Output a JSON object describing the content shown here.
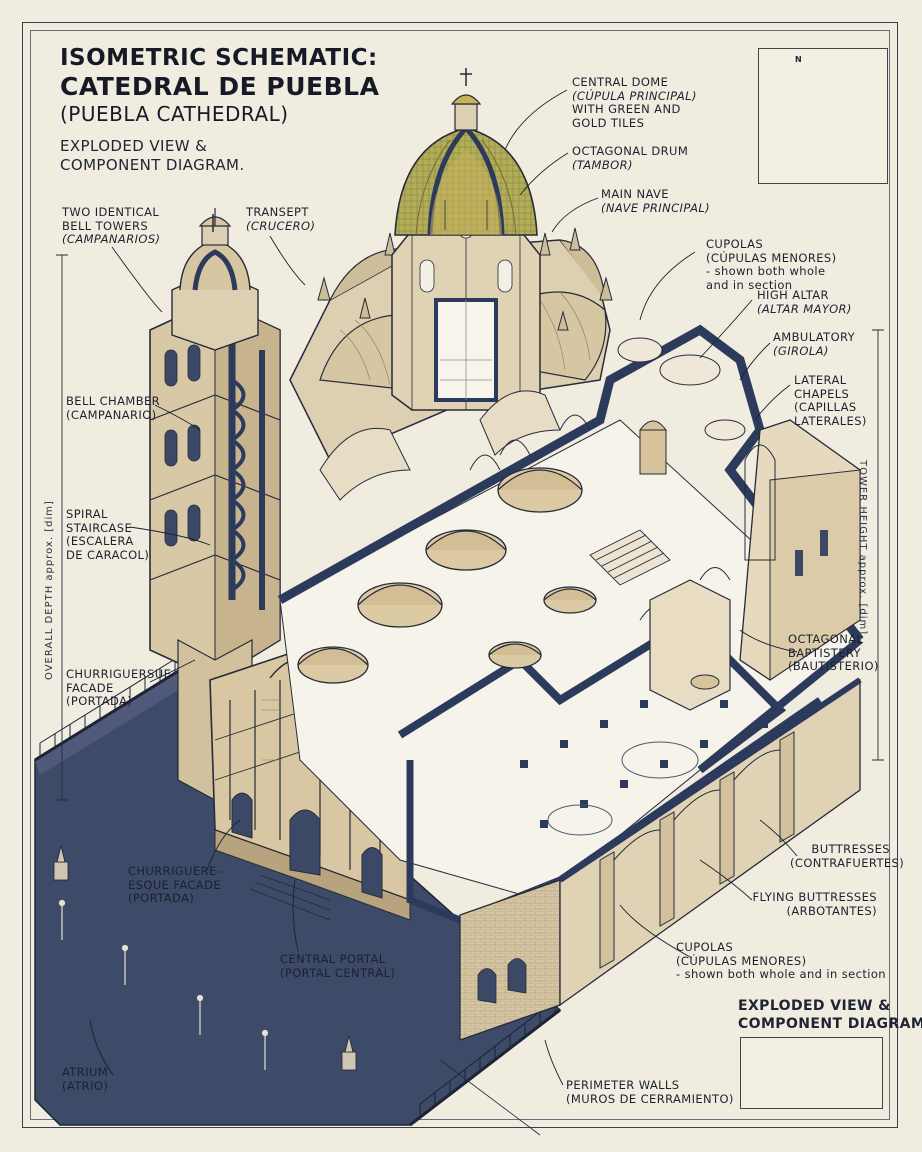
{
  "title": {
    "line1": "ISOMETRIC SCHEMATIC:",
    "line2": "CATEDRAL DE PUEBLA",
    "line3": "(PUEBLA CATHEDRAL)"
  },
  "subtitle": {
    "line1": "EXPLODED VIEW &",
    "line2": "COMPONENT DIAGRAM."
  },
  "labels": {
    "towers": {
      "l1": "TWO IDENTICAL",
      "l2": "BELL TOWERS",
      "l3": "(CAMPANARIOS)"
    },
    "transept": {
      "l1": "TRANSEPT",
      "l2": "(CRUCERO)"
    },
    "central_dome": {
      "l1": "CENTRAL DOME",
      "l2": "(CÚPULA PRINCIPAL)",
      "l3": "WITH GREEN AND",
      "l4": "GOLD TILES"
    },
    "drum": {
      "l1": "OCTAGONAL DRUM",
      "l2": "(TAMBOR)"
    },
    "nave": {
      "l1": "MAIN NAVE",
      "l2": "(NAVE PRINCIPAL)"
    },
    "cupolas_top": {
      "l1": "CUPOLAS",
      "l2": "(CÚPULAS MENORES)",
      "l3": "- shown both whole",
      "l4": "and in section"
    },
    "altar": {
      "l1": "HIGH ALTAR",
      "l2": "(ALTAR MAYOR)"
    },
    "ambulatory": {
      "l1": "AMBULATORY",
      "l2": "(GIROLA)"
    },
    "chapels": {
      "l1": "LATERAL",
      "l2": "CHAPELS",
      "l3": "(CAPILLAS",
      "l4": "LATERALES)"
    },
    "bell_chamber": {
      "l1": "BELL CHAMBER",
      "l2": "(CAMPANARIO)"
    },
    "staircase": {
      "l1": "SPIRAL",
      "l2": "STAIRCASE",
      "l3": "(ESCALERA",
      "l4": "DE CARACOL)"
    },
    "facade_left": {
      "l1": "CHURRIGUERSUE",
      "l2": "FACADE",
      "l3": "(PORTADA)"
    },
    "baptistery": {
      "l1": "OCTAGONAL",
      "l2": "BAPTISTERY",
      "l3": "(BAUTISTERIO)"
    },
    "facade_center": {
      "l1": "CHURRIGUERE-",
      "l2": "ESQUE FACADE",
      "l3": "(PORTADA)"
    },
    "portal": {
      "l1": "CENTRAL PORTAL",
      "l2": "(PORTAL CENTRAL)"
    },
    "buttresses": {
      "l1": "BUTTRESSES",
      "l2": "(CONTRAFUERTES)"
    },
    "flying": {
      "l1": "FLYING BUTTRESSES",
      "l2": "(ARBOTANTES)"
    },
    "cupolas_bottom": {
      "l1": "CUPOLAS",
      "l2": "(CÚPULAS MENORES)",
      "l3": "- shown both whole and in section"
    },
    "atrium": {
      "l1": "ATRIUM",
      "l2": "(ATRIO)"
    },
    "perimeter": {
      "l1": "PERIMETER WALLS",
      "l2": "(MUROS DE CERRAMIENTO)"
    }
  },
  "dimensions": {
    "left": "OVERALL DEPTH approx. [dim]",
    "right": "TOWER HEIGHT approx. [dim]"
  },
  "legend": {
    "title1": "EXPLODED VIEW &",
    "title2": "COMPONENT DIAGRAM",
    "north": "N"
  },
  "colors": {
    "paper": "#f1ece0",
    "ink": "#1e2433",
    "stone": "#d9c9a8",
    "stone_shade": "#c4b08b",
    "section_fill": "#2c3a5c",
    "atrium": "#3b4866",
    "dome_green": "#a9ab55",
    "dome_gold": "#c6b35c",
    "floor": "#f5f2ea"
  }
}
